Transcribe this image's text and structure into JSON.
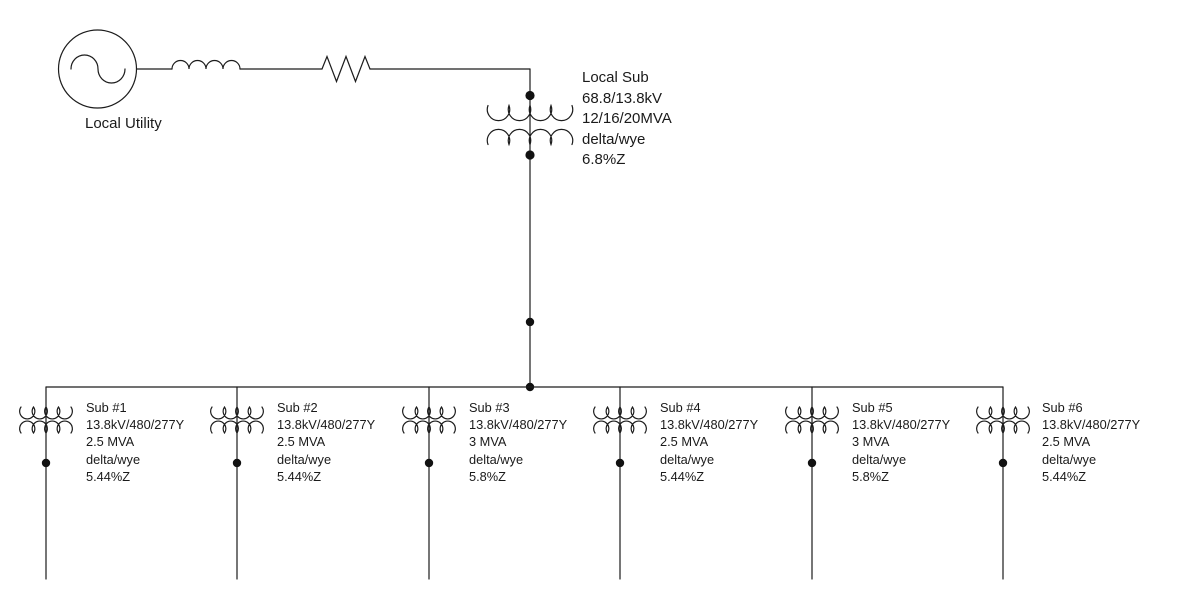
{
  "diagram": {
    "title": "One-line electrical distribution diagram",
    "colors": {
      "line": "#1c1c1c",
      "text": "#1a1a1a",
      "background": "#ffffff"
    },
    "utility": {
      "label": "Local Utility"
    },
    "main_transformer": {
      "name": "Local Sub",
      "voltage": "68.8/13.8kV",
      "rating": "12/16/20MVA",
      "connection": "delta/wye",
      "impedance": "6.8%Z"
    },
    "substations": [
      {
        "name": "Sub #1",
        "voltage": "13.8kV/480/277Y",
        "rating": "2.5 MVA",
        "connection": "delta/wye",
        "impedance": "5.44%Z"
      },
      {
        "name": "Sub #2",
        "voltage": "13.8kV/480/277Y",
        "rating": "2.5 MVA",
        "connection": "delta/wye",
        "impedance": "5.44%Z"
      },
      {
        "name": "Sub #3",
        "voltage": "13.8kV/480/277Y",
        "rating": "3 MVA",
        "connection": "delta/wye",
        "impedance": "5.8%Z"
      },
      {
        "name": "Sub #4",
        "voltage": "13.8kV/480/277Y",
        "rating": "2.5 MVA",
        "connection": "delta/wye",
        "impedance": "5.44%Z"
      },
      {
        "name": "Sub #5",
        "voltage": "13.8kV/480/277Y",
        "rating": "3 MVA",
        "connection": "delta/wye",
        "impedance": "5.8%Z"
      },
      {
        "name": "Sub #6",
        "voltage": "13.8kV/480/277Y",
        "rating": "2.5 MVA",
        "connection": "delta/wye",
        "impedance": "5.44%Z"
      }
    ]
  }
}
